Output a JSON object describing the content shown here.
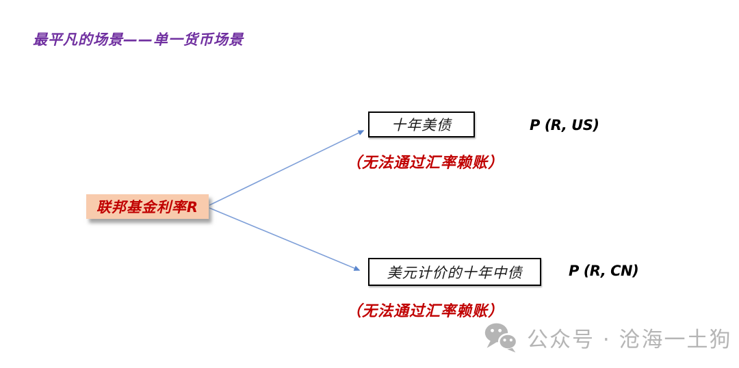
{
  "page": {
    "title": "最平凡的场景——单一货币场景"
  },
  "diagram": {
    "source_node": {
      "label": "联邦基金利率R"
    },
    "branches": [
      {
        "box_label": "十年美债",
        "price_function": "P (R, US)",
        "note": "（无法通过汇率赖账）"
      },
      {
        "box_label": "美元计价的十年中债",
        "price_function": "P (R, CN)",
        "note": "（无法通过汇率赖账）"
      }
    ]
  },
  "watermark": {
    "icon": "wechat-icon",
    "text": "公众号 · 沧海一土狗"
  },
  "colors": {
    "title_text": "#7030A0",
    "source_node_fill": "#F8CBAD",
    "source_node_text": "#C00000",
    "note_text": "#C00000",
    "arrow_stroke": "#7E9FD8",
    "arrowhead_fill": "#5B87CE",
    "box_border": "#000000",
    "watermark_gray": "#B5B5B5"
  }
}
